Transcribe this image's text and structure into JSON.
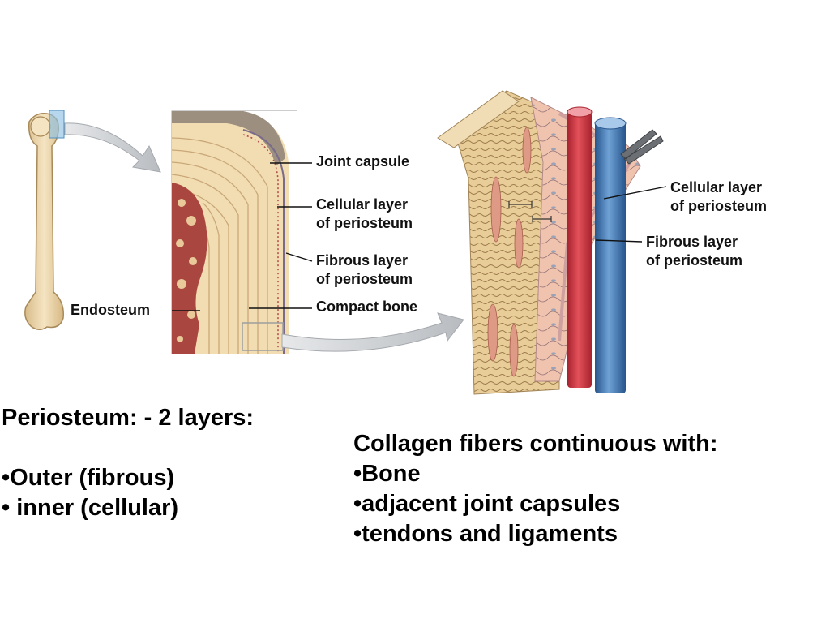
{
  "labels": {
    "joint_capsule": "Joint capsule",
    "cellular_layer_left": [
      "Cellular layer",
      "of periosteum"
    ],
    "fibrous_layer_left": [
      "Fibrous layer",
      "of periosteum"
    ],
    "compact_bone": "Compact bone",
    "endosteum": "Endosteum",
    "cellular_layer_right": [
      "Cellular layer",
      "of periosteum"
    ],
    "fibrous_layer_right": [
      "Fibrous layer",
      "of periosteum"
    ]
  },
  "left_text": {
    "heading": "Periosteum: - 2 layers:",
    "items": [
      "•Outer (fibrous)",
      "• inner (cellular)"
    ]
  },
  "right_text": {
    "heading": "Collagen fibers continuous with:",
    "items": [
      "•Bone",
      "•adjacent joint capsules",
      "•tendons and ligaments"
    ]
  },
  "colors": {
    "bone": "#f2dcb2",
    "marrow": "#a9463f",
    "artery": "#d33a44",
    "vein": "#3f78b8",
    "periosteum": "#efc2b0",
    "arrow": "#c9cdd0",
    "highlight_box": "#8fc1e3"
  }
}
